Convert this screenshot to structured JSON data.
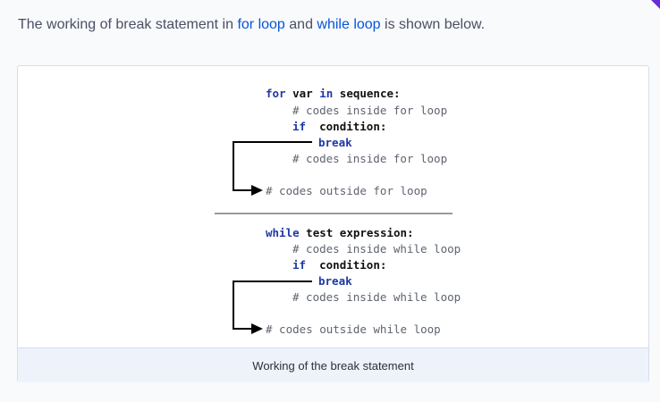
{
  "intro": {
    "prefix": "The working of break statement in ",
    "link1": "for loop",
    "middle": " and ",
    "link2": "while loop",
    "suffix": " is shown below."
  },
  "figure": {
    "for_block": {
      "line1_kw": "for",
      "line1_a": " var ",
      "line1_kw2": "in",
      "line1_b": " sequence:",
      "line2": "# codes inside for loop",
      "line3_kw": "if",
      "line3_rest": "  condition:",
      "line4": "break",
      "line5": "# codes inside for loop",
      "line6": "# codes outside for loop"
    },
    "while_block": {
      "line1_kw": "while",
      "line1_rest": " test expression:",
      "line2": "# codes inside while loop",
      "line3_kw": "if",
      "line3_rest": "  condition:",
      "line4": "break",
      "line5": "# codes inside while loop",
      "line6": "# codes outside while loop"
    }
  },
  "caption": "Working of the break statement",
  "colors": {
    "link": "#0556d6",
    "keyword": "#1f38a8",
    "comment": "#5e6470",
    "accent_corner": "#6b2bd9"
  }
}
